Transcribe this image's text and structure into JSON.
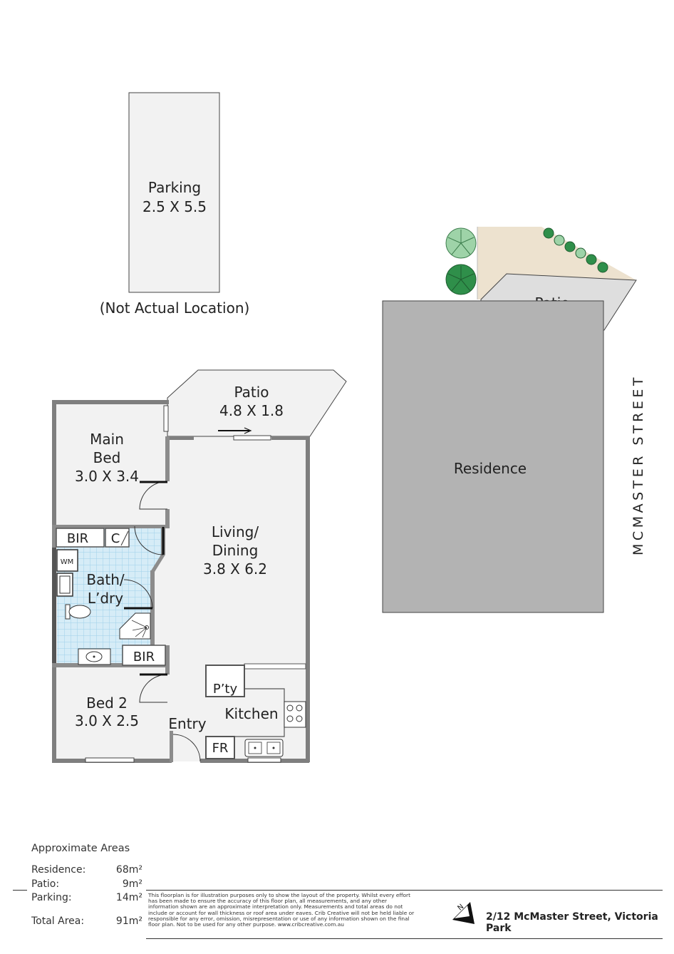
{
  "rooms": {
    "parking_name": "Parking",
    "parking_dims": "2.5 X 5.5",
    "parking_note": "(Not Actual Location)",
    "patio_name": "Patio",
    "patio_dims": "4.8 X 1.8",
    "main_bed_line1": "Main",
    "main_bed_line2": "Bed",
    "main_bed_dims": "3.0 X 3.4",
    "bir": "BIR",
    "closet": "C",
    "wm": "WM",
    "bath_line1": "Bath/",
    "bath_line2": "L’dry",
    "living_line1": "Living/",
    "living_line2": "Dining",
    "living_dims": "3.8 X 6.2",
    "bir2": "BIR",
    "pantry": "P’ty",
    "kitchen": "Kitchen",
    "bed2_name": "Bed 2",
    "bed2_dims": "3.0 X 2.5",
    "entry": "Entry",
    "fridge": "FR"
  },
  "site": {
    "patio": "Patio",
    "residence": "Residence",
    "street": "MCMASTER STREET"
  },
  "areas": {
    "title": "Approximate Areas",
    "rows": [
      {
        "label": "Residence:",
        "value": "68m²"
      },
      {
        "label": "Patio:",
        "value": "9m²"
      },
      {
        "label": "Parking:",
        "value": "14m²"
      }
    ],
    "total_label": "Total Area:",
    "total_value": "91m²"
  },
  "disclaimer": "This floorplan is for illustration purposes only to show the layout of the property. Whilst every effort has been made to ensure the accuracy of this floor plan, all measurements, and any other information shown are an approximate interpretation only. Measurements and total areas do not include or account for wall thickness or roof area under eaves. Crib Creative will not be held liable or responsible for any error, omission, misrepresentation or use of any information shown on the final floor plan. Not to be used for any other purpose. www.cribcreative.com.au",
  "address": "2/12 McMaster Street, Victoria Park",
  "colors": {
    "floor": "#f2f2f2",
    "wall": "#7f7f7f",
    "bath_tile": "#d6ecf7",
    "residence": "#b3b3b3",
    "site_patio": "#dedede",
    "yard": "#ede2cf",
    "tree_light": "#9ed3a8",
    "tree_dark": "#2f8f4a"
  }
}
